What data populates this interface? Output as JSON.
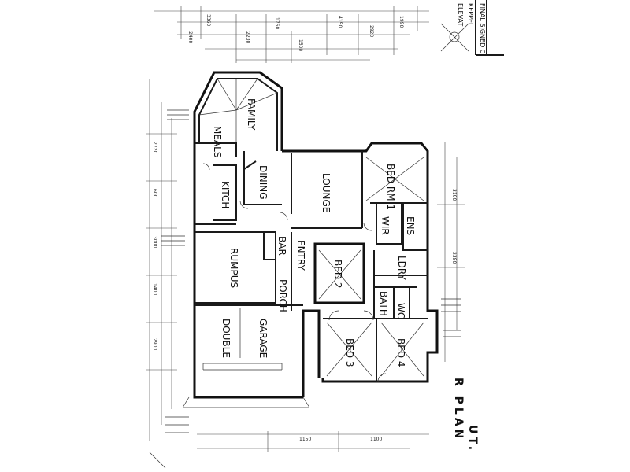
{
  "rooms": {
    "meals": "MEALS",
    "family": "FAMILY",
    "dining": "DINING",
    "kitch": "KITCH",
    "lounge": "LOUNGE",
    "bed1": "BED RM 1",
    "wir": "WIR",
    "ens": "ENS",
    "rumpus": "RUMPUS",
    "bar": "BAR",
    "entry": "ENTRY",
    "bed2": "BED 2",
    "ldry": "LDRY",
    "bath": "BATH",
    "wc": "WC",
    "porch": "PORCH",
    "double": "DOUBLE",
    "garage": "GARAGE",
    "bed3": "BED 3",
    "bed4": "BED 4"
  },
  "title_block": {
    "line1": "ELEVAT",
    "line2": "KEPPEL",
    "line3": "FINAL SIGNED C"
  },
  "plan_title": {
    "line1": "R PLAN",
    "line2": "UT."
  },
  "dimensions": [
    "2400",
    "3360",
    "2230",
    "1760",
    "1500",
    "4150",
    "2920",
    "1990",
    "2720",
    "600",
    "3000",
    "1400",
    "2900",
    "3190",
    "2380",
    "1150",
    "1100"
  ]
}
